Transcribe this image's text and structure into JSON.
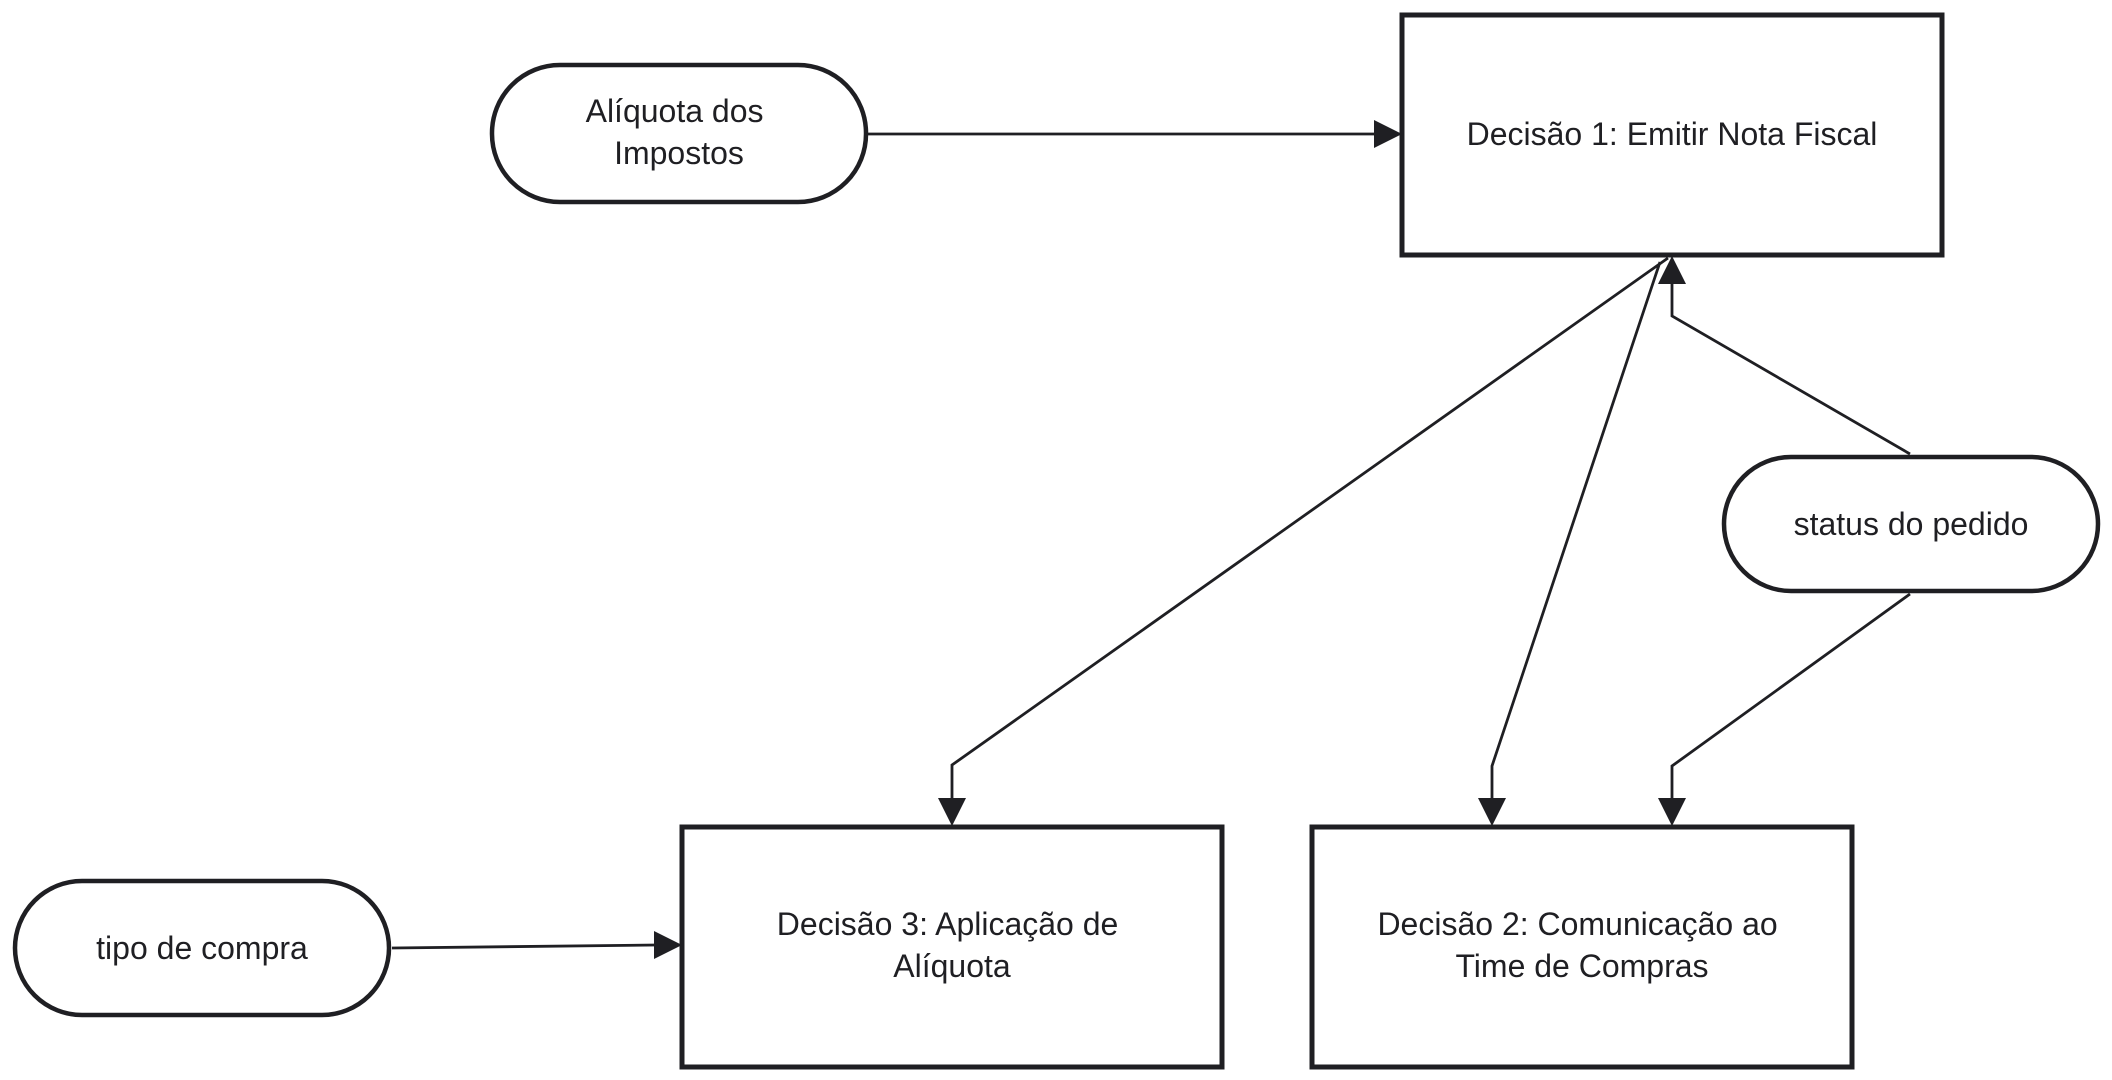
{
  "diagram": {
    "colors": {
      "stroke": "#1f1f23",
      "fill": "#ffffff",
      "text": "#1f1f23"
    },
    "nodes": {
      "aliquota_impostos": {
        "lines": [
          "Alíquota dos",
          "Impostos"
        ]
      },
      "decisao_1": {
        "lines": [
          "Decisão 1: Emitir Nota Fiscal"
        ]
      },
      "status_pedido": {
        "lines": [
          "status do pedido"
        ]
      },
      "tipo_compra": {
        "lines": [
          "tipo de compra"
        ]
      },
      "decisao_3": {
        "lines": [
          "Decisão 3: Aplicação de",
          "Alíquota"
        ]
      },
      "decisao_2": {
        "lines": [
          "Decisão 2: Comunicação ao",
          "Time de Compras"
        ]
      }
    },
    "edges": [
      {
        "from": "aliquota_impostos",
        "to": "decisao_1"
      },
      {
        "from": "tipo_compra",
        "to": "decisao_3"
      },
      {
        "from": "decisao_1",
        "to": "decisao_3"
      },
      {
        "from": "decisao_1",
        "to": "decisao_2"
      },
      {
        "from": "status_pedido",
        "to": "decisao_1"
      },
      {
        "from": "status_pedido",
        "to": "decisao_2"
      }
    ]
  }
}
